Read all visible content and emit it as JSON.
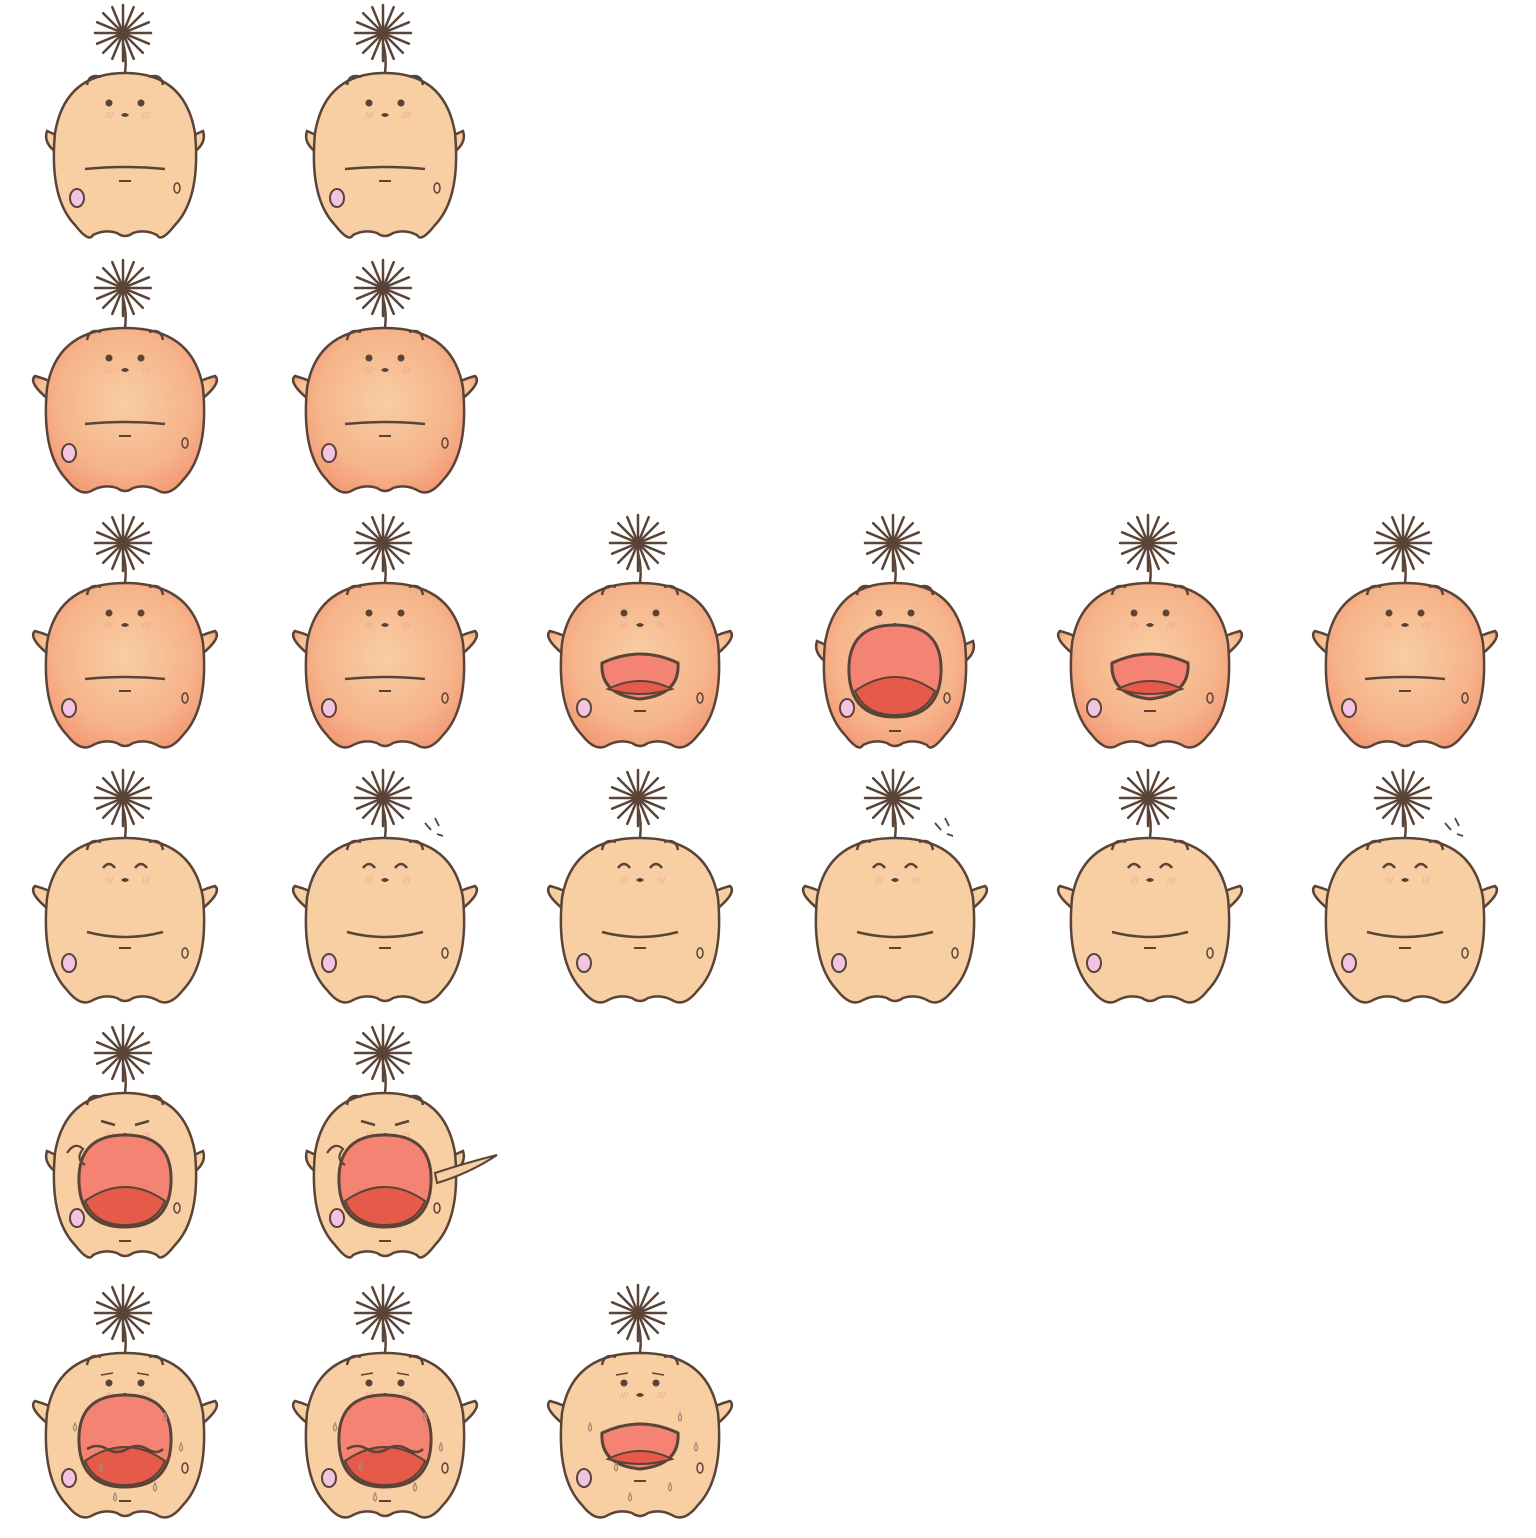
{
  "sprite_sheet": {
    "background": "#ffffff",
    "colors": {
      "outline": "#5a4437",
      "body": "#f8cea3",
      "body_glow": "#f39b78",
      "cheek": "#f2c4e2",
      "mouth_inner": "#f58373",
      "tongue": "#e65a4a",
      "blush": "#ee9d96",
      "sweat": "#a78b78"
    },
    "rows": [
      {
        "name": "idle",
        "frames": [
          {
            "expression": "neutral",
            "glow": false
          },
          {
            "expression": "neutral",
            "glow": false
          }
        ]
      },
      {
        "name": "charge",
        "frames": [
          {
            "expression": "neutral",
            "glow": true
          },
          {
            "expression": "neutral",
            "glow": true
          }
        ]
      },
      {
        "name": "shout",
        "frames": [
          {
            "expression": "neutral",
            "glow": true
          },
          {
            "expression": "neutral",
            "glow": true
          },
          {
            "expression": "mouth-open",
            "glow": true
          },
          {
            "expression": "mouth-open-wide",
            "glow": true
          },
          {
            "expression": "mouth-open",
            "glow": true
          },
          {
            "expression": "neutral",
            "glow": true
          }
        ]
      },
      {
        "name": "happy",
        "frames": [
          {
            "expression": "happy",
            "glow": false
          },
          {
            "expression": "happy-sparkle",
            "glow": false
          },
          {
            "expression": "happy",
            "glow": false
          },
          {
            "expression": "happy-sparkle",
            "glow": false
          },
          {
            "expression": "happy",
            "glow": false
          },
          {
            "expression": "happy-sparkle",
            "glow": false
          }
        ]
      },
      {
        "name": "attack",
        "frames": [
          {
            "expression": "roar",
            "glow": false
          },
          {
            "expression": "roar-punch",
            "glow": false
          }
        ]
      },
      {
        "name": "scared",
        "frames": [
          {
            "expression": "worried",
            "glow": false
          },
          {
            "expression": "worried",
            "glow": false
          },
          {
            "expression": "scream",
            "glow": false
          }
        ]
      }
    ]
  }
}
